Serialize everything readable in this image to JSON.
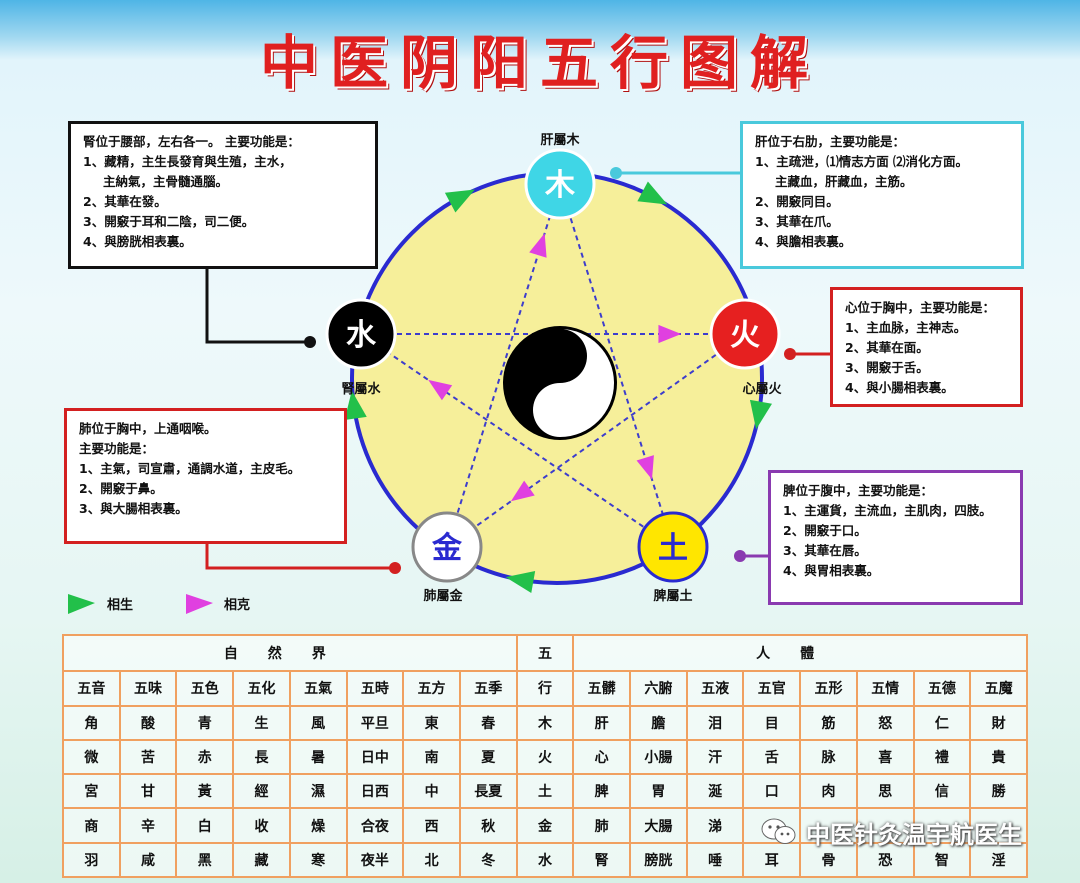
{
  "title": "中医阴阳五行图解",
  "colors": {
    "title": "#e02020",
    "sheng_arrow": "#22c04a",
    "ke_arrow": "#e040e0",
    "circle_fill": "#f6ef9a",
    "circle_stroke": "#2a2ad0",
    "star_line": "#3d3dcc",
    "wood": "#3fd6e6",
    "fire": "#e62020",
    "earth": "#ffe600",
    "metal": "#ffffff",
    "water": "#000000",
    "table_border": "#f0a060"
  },
  "nodes": {
    "wood": {
      "char": "木",
      "label": "肝屬木"
    },
    "fire": {
      "char": "火",
      "label": "心屬火"
    },
    "earth": {
      "char": "土",
      "label": "脾屬土"
    },
    "metal": {
      "char": "金",
      "label": "肺屬金"
    },
    "water": {
      "char": "水",
      "label": "腎屬水"
    }
  },
  "center_symbol": "yin-yang-icon",
  "legend": {
    "sheng": "相生",
    "ke": "相克"
  },
  "info": {
    "kidney": [
      "腎位于腰部，左右各一。 主要功能是：",
      "1、藏精，主生長發育與生殖，主水，",
      "主納氣，主骨髓通腦。",
      "2、其華在發。",
      "3、開竅于耳和二陰，司二便。",
      "4、與膀胱相表裏。"
    ],
    "liver": [
      "肝位于右肋，主要功能是：",
      "1、主疏泄，⑴情志方面 ⑵消化方面。",
      "主藏血，肝藏血，主筋。",
      "2、開竅同目。",
      "3、其華在爪。",
      "4、與膽相表裏。"
    ],
    "heart": [
      "心位于胸中，主要功能是：",
      "1、主血脉，主神志。",
      "2、其華在面。",
      "3、開竅于舌。",
      "4、與小腸相表裏。"
    ],
    "lung": [
      "肺位于胸中，上通咽喉。",
      "主要功能是：",
      "1、主氣，司宣肅，通調水道，主皮毛。",
      "2、開竅于鼻。",
      "3、與大腸相表裏。"
    ],
    "spleen": [
      "脾位于腹中，主要功能是：",
      "1、主運貨，主流血，主肌肉，四肢。",
      "2、開竅于口。",
      "3、其華在唇。",
      "4、與胃相表裏。"
    ]
  },
  "table": {
    "groups": [
      "自然界",
      "五",
      "人體"
    ],
    "headers_nature": [
      "五音",
      "五味",
      "五色",
      "五化",
      "五氣",
      "五時",
      "五方",
      "五季"
    ],
    "header_center": "行",
    "headers_body": [
      "五髒",
      "六腑",
      "五液",
      "五官",
      "五形",
      "五情",
      "五德",
      "五魔"
    ],
    "rows": [
      {
        "nature": [
          "角",
          "酸",
          "青",
          "生",
          "風",
          "平旦",
          "東",
          "春"
        ],
        "element": "木",
        "body": [
          "肝",
          "膽",
          "泪",
          "目",
          "筋",
          "怒",
          "仁",
          "財"
        ]
      },
      {
        "nature": [
          "微",
          "苦",
          "赤",
          "長",
          "暑",
          "日中",
          "南",
          "夏"
        ],
        "element": "火",
        "body": [
          "心",
          "小腸",
          "汗",
          "舌",
          "脉",
          "喜",
          "禮",
          "貴"
        ]
      },
      {
        "nature": [
          "宮",
          "甘",
          "黃",
          "經",
          "濕",
          "日西",
          "中",
          "長夏"
        ],
        "element": "土",
        "body": [
          "脾",
          "胃",
          "涎",
          "口",
          "肉",
          "思",
          "信",
          "勝"
        ]
      },
      {
        "nature": [
          "商",
          "辛",
          "白",
          "收",
          "燥",
          "合夜",
          "西",
          "秋"
        ],
        "element": "金",
        "body": [
          "肺",
          "大腸",
          "涕",
          "",
          "",
          "",
          "",
          ""
        ]
      },
      {
        "nature": [
          "羽",
          "咸",
          "黑",
          "藏",
          "寒",
          "夜半",
          "北",
          "冬"
        ],
        "element": "水",
        "body": [
          "腎",
          "膀胱",
          "唾",
          "耳",
          "骨",
          "恐",
          "智",
          "淫"
        ]
      }
    ]
  },
  "watermark": "中医针灸温宇航医生",
  "watermark_icon": "wechat-icon"
}
